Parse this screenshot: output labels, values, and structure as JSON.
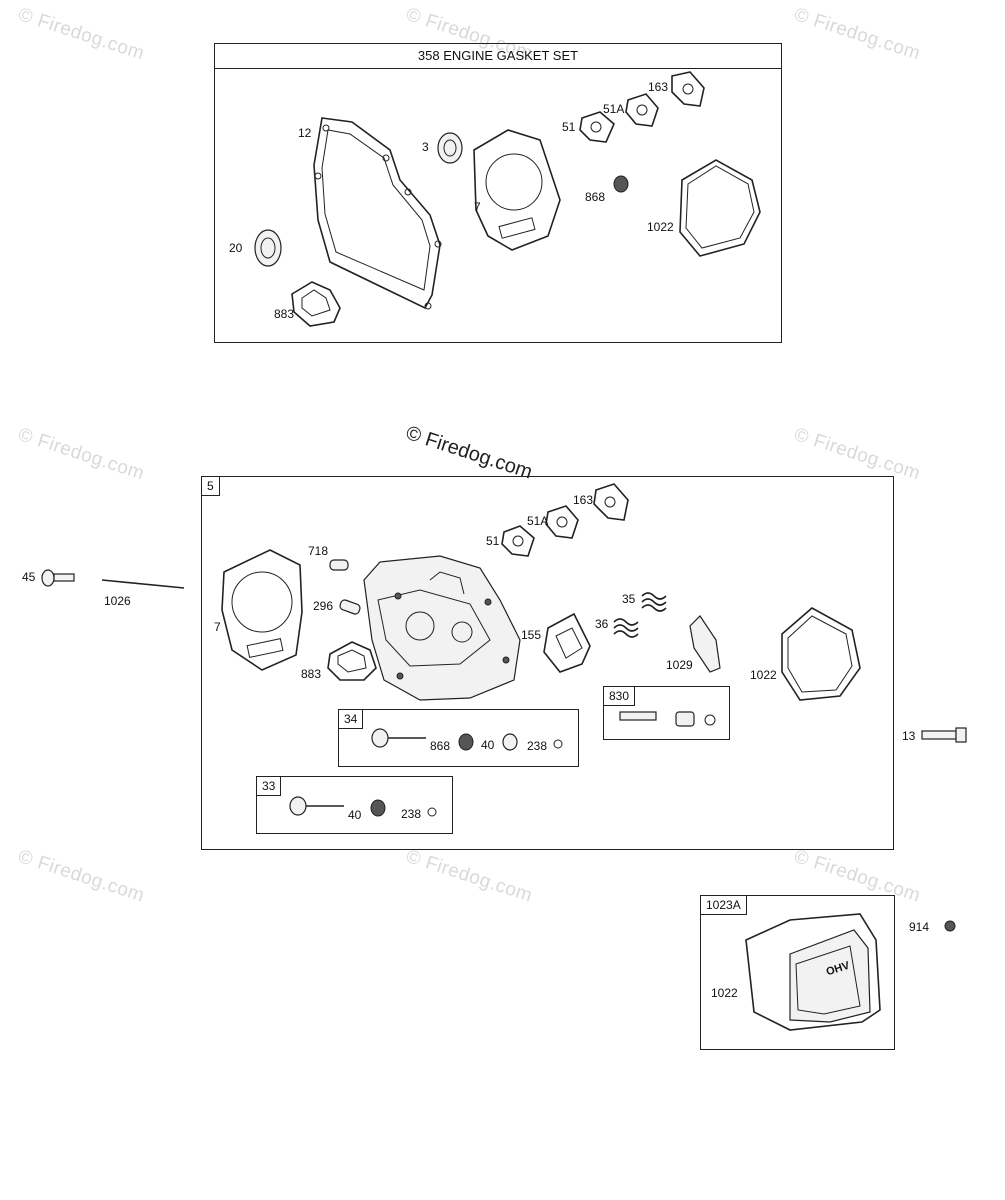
{
  "watermark": "© Firedog.com",
  "gasket_set": {
    "title": "358 ENGINE GASKET SET",
    "labels": {
      "p12": "12",
      "p3": "3",
      "p20": "20",
      "p883": "883",
      "p7": "7",
      "p51": "51",
      "p51a": "51A",
      "p163": "163",
      "p868": "868",
      "p1022": "1022"
    }
  },
  "cylinder_head": {
    "tag": "5",
    "labels": {
      "p718": "718",
      "p296": "296",
      "p7": "7",
      "p883": "883",
      "p51": "51",
      "p51a": "51A",
      "p163": "163",
      "p35": "35",
      "p36": "36",
      "p155": "155",
      "p1029": "1029",
      "p1022": "1022"
    },
    "sub34": {
      "tag": "34",
      "labels": {
        "a": "868",
        "b": "40",
        "c": "238"
      }
    },
    "sub33": {
      "tag": "33",
      "labels": {
        "a": "40",
        "b": "238"
      }
    },
    "sub830": {
      "tag": "830"
    }
  },
  "outside": {
    "p45": "45",
    "p1026": "1026",
    "p13": "13",
    "p914": "914"
  },
  "valve_cover": {
    "tag": "1023A",
    "p1022": "1022",
    "cover_text": "OHV"
  }
}
